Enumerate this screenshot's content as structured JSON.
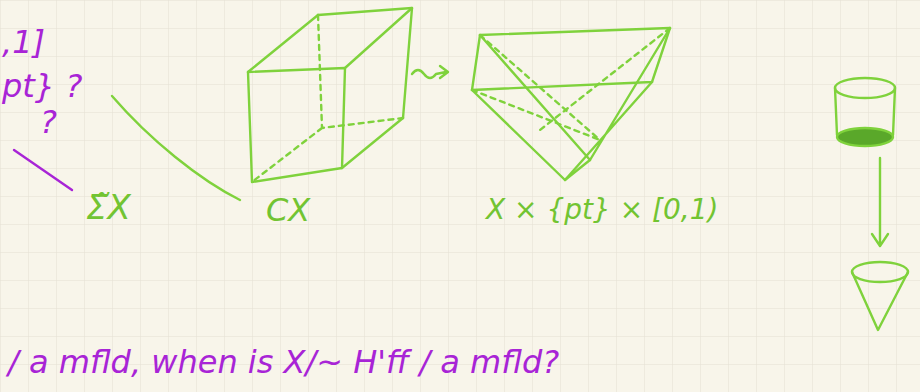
{
  "diagram": {
    "labels": [
      ",1]",
      "pt} ?",
      "?",
      "Σ̃X",
      "CX",
      "X × {pt} × [0,1)",
      "/ a mfld, when is X/~ H'ff / a mfld?"
    ]
  }
}
